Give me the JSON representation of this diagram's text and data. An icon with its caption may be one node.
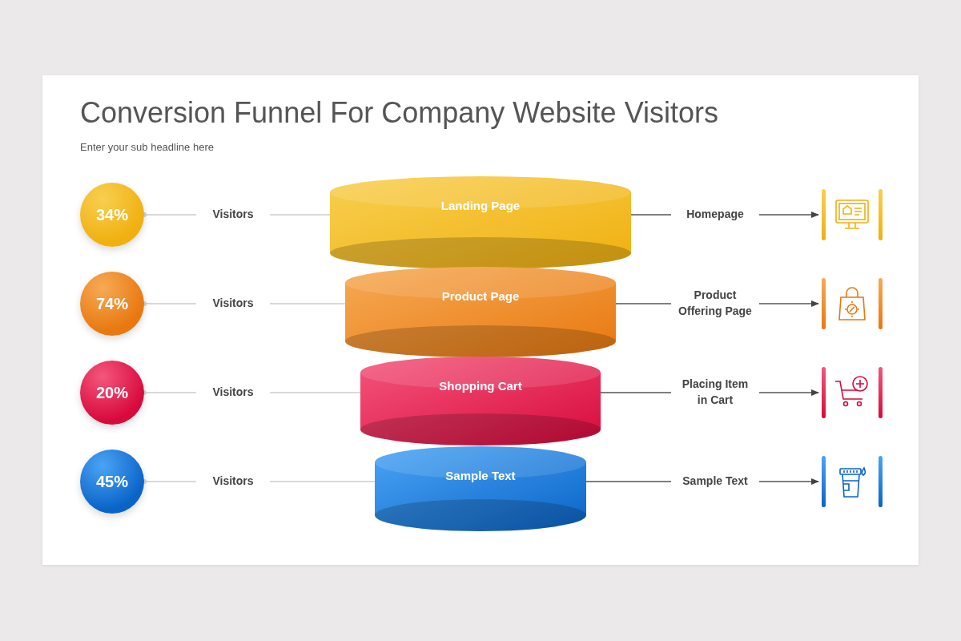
{
  "diagram": {
    "title": "Conversion Funnel For Company Website Visitors",
    "caption": "Enter your sub headline here",
    "nodes": [
      {
        "text": [
          "34%"
        ]
      },
      {
        "text": [
          "Landing Page"
        ]
      },
      {
        "text": [],
        "shape": "picture"
      },
      {
        "text": [
          "74%"
        ]
      },
      {
        "text": [
          "Product Page"
        ]
      },
      {
        "text": [],
        "shape": "picture"
      },
      {
        "text": [
          "20%"
        ]
      },
      {
        "text": [
          "Shopping Cart"
        ]
      },
      {
        "text": [],
        "shape": "picture"
      },
      {
        "text": [
          "45%"
        ]
      },
      {
        "text": [
          "Sample Text"
        ]
      },
      {
        "text": [],
        "shape": "picture"
      }
    ],
    "edges": [
      {
        "from": 0,
        "to": 1,
        "arrow": "other",
        "label": "Visitors",
        "color": "#cccccc"
      },
      {
        "from": 1,
        "to": 2,
        "arrow": "to",
        "label": "Homepage",
        "color": "#555555"
      },
      {
        "from": 3,
        "to": 4,
        "arrow": "other",
        "label": "Visitors",
        "color": "#cccccc"
      },
      {
        "from": 4,
        "to": 5,
        "arrow": "to",
        "label": "Product Offering Page",
        "color": "#555555"
      },
      {
        "from": 6,
        "to": 7,
        "arrow": "other",
        "label": "Visitors",
        "color": "#cccccc"
      },
      {
        "from": 7,
        "to": 8,
        "arrow": "to",
        "label": "Placing Item in Cart",
        "color": "#555555"
      },
      {
        "from": 9,
        "to": 10,
        "arrow": "other",
        "label": "Visitors",
        "color": "#cccccc"
      },
      {
        "from": 10,
        "to": 11,
        "arrow": "to",
        "label": "Sample Text",
        "color": "#555555"
      }
    ]
  }
}
